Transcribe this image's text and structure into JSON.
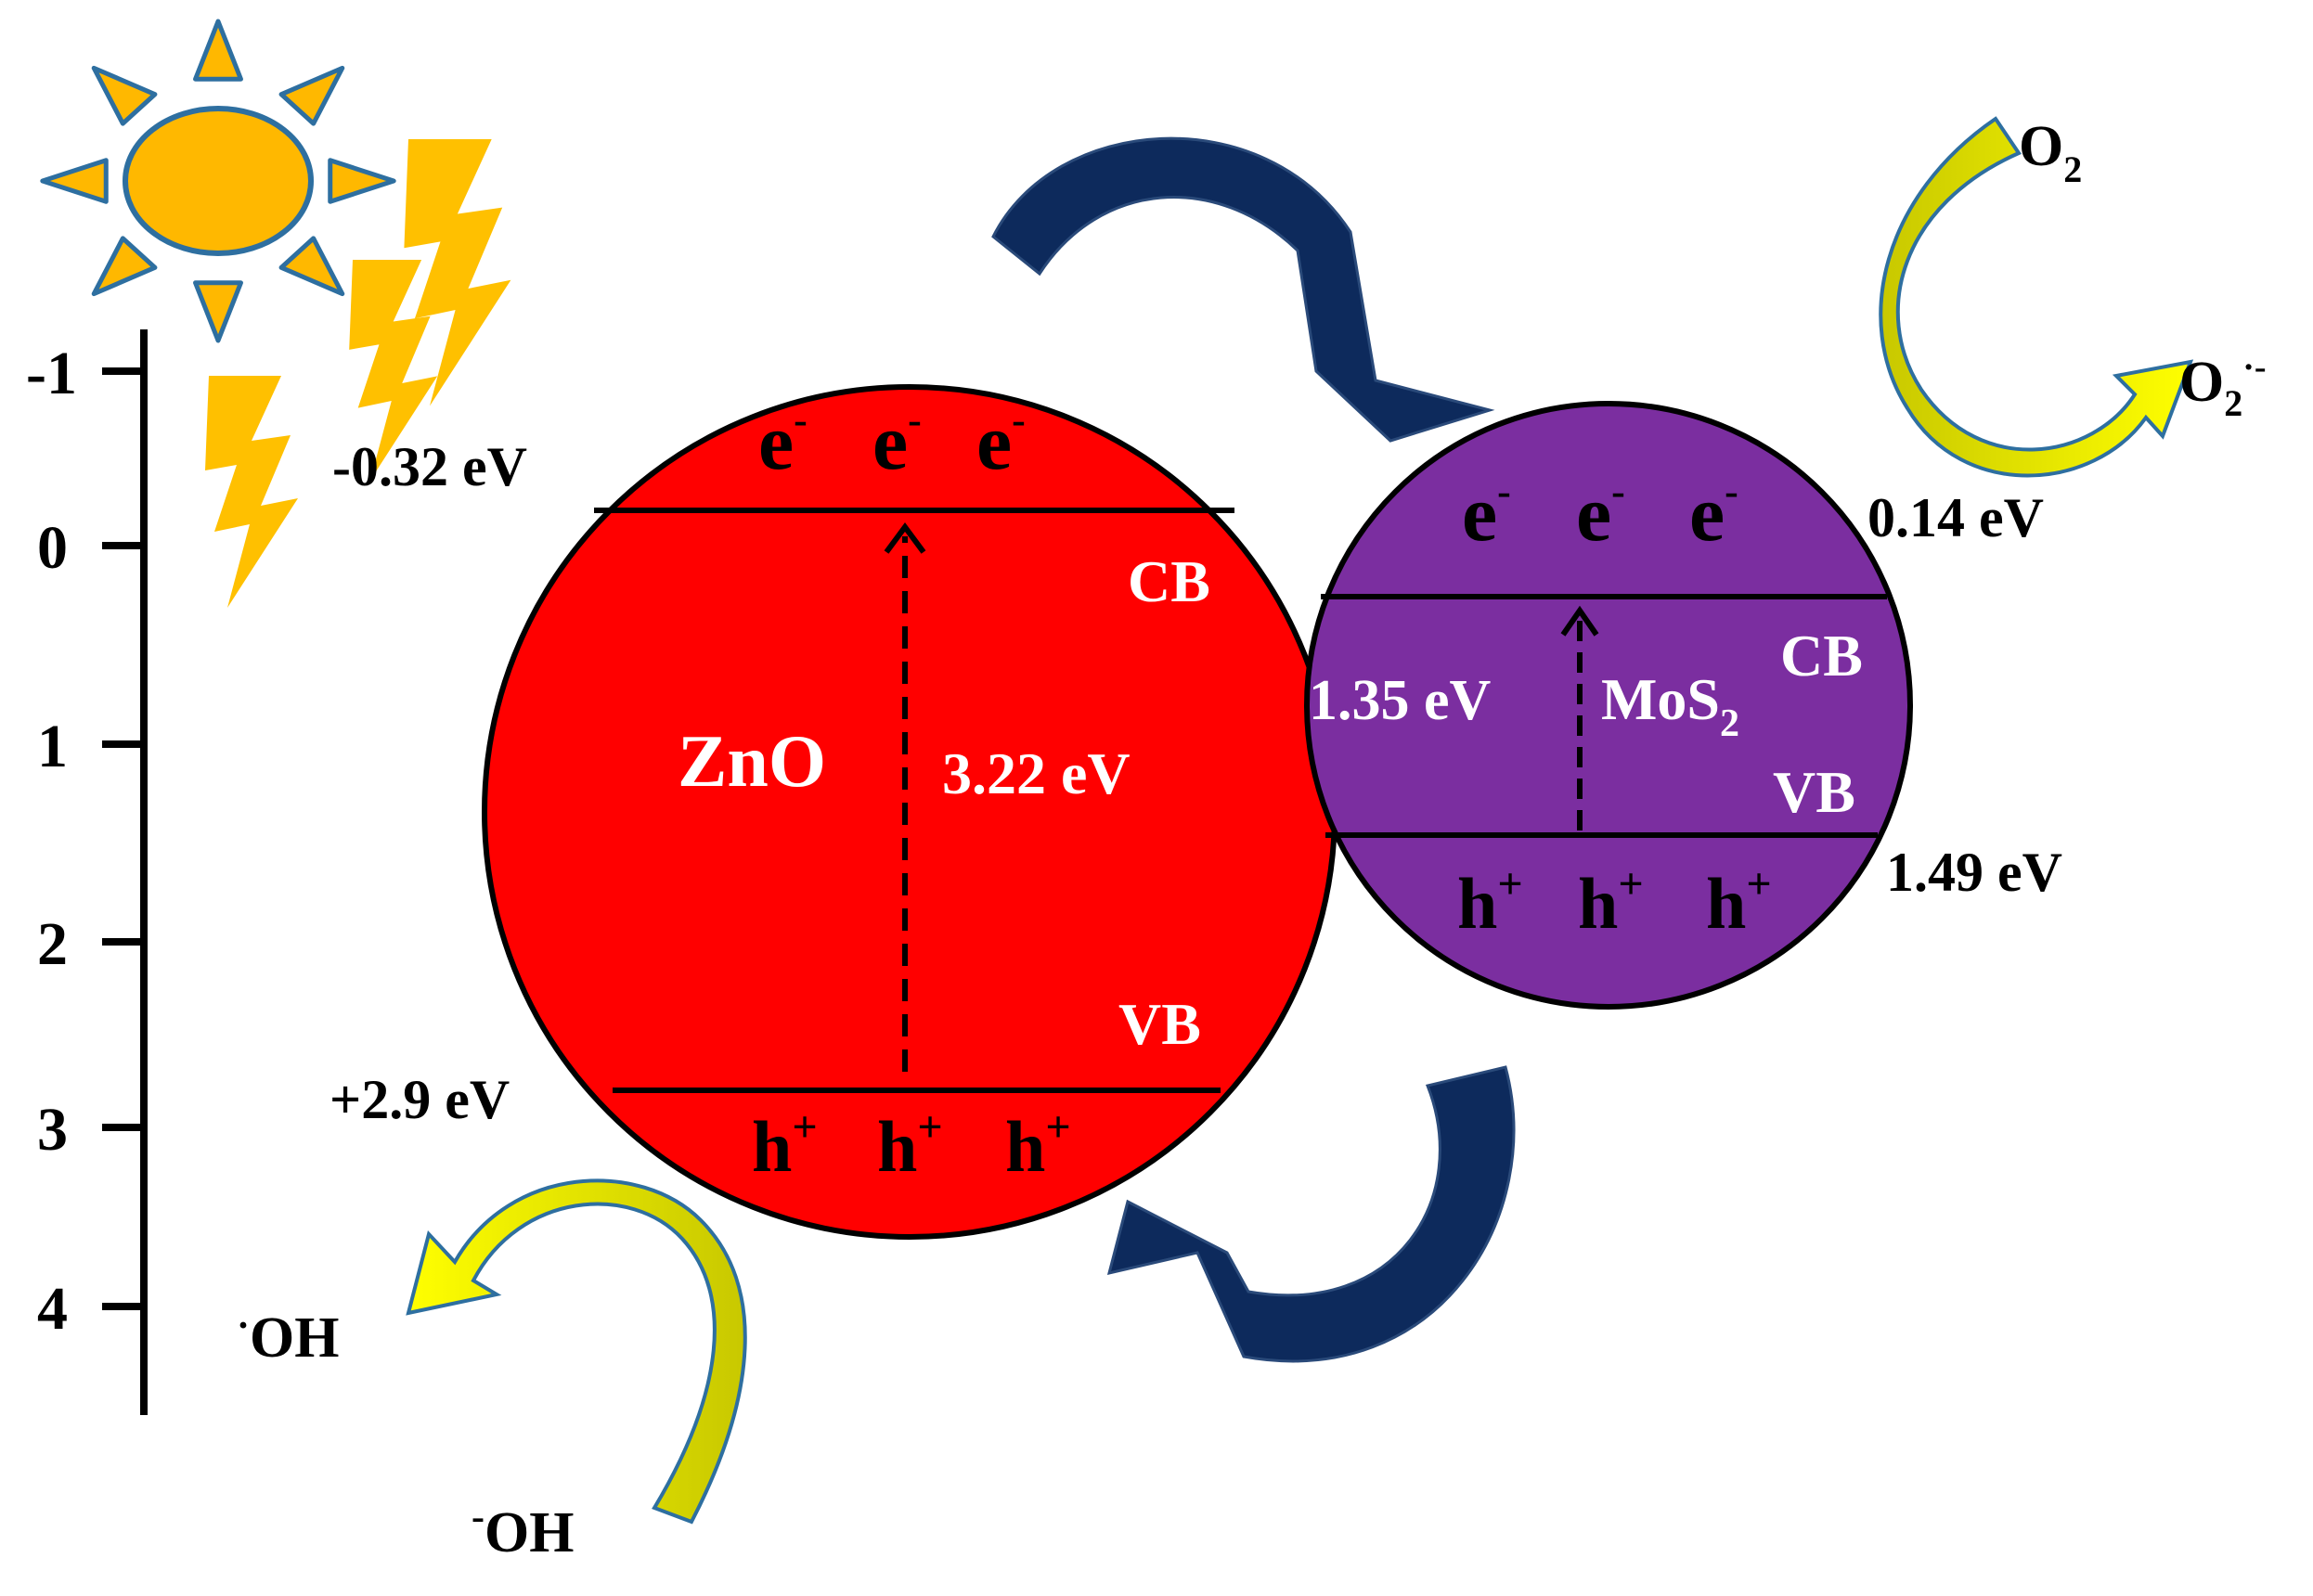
{
  "axis": {
    "ticks": [
      "-1",
      "0",
      "1",
      "2",
      "3",
      "4"
    ]
  },
  "zno": {
    "name": "ZnO",
    "cb_label": "CB",
    "vb_label": "VB",
    "gap": "3.22 eV",
    "cb_potential": "-0.32 eV",
    "vb_potential": "+2.9 eV",
    "electron": "e",
    "electron_sup": "-",
    "hole": "h",
    "hole_sup": "+"
  },
  "mos2": {
    "name": "MoS",
    "name_sub": "2",
    "cb_label": "CB",
    "vb_label": "VB",
    "gap": "1.35 eV",
    "cb_potential": "0.14 eV",
    "vb_potential": "1.49 eV",
    "electron": "e",
    "electron_sup": "-",
    "hole": "h",
    "hole_sup": "+"
  },
  "reactions": {
    "o2": "O",
    "o2_sub": "2",
    "o2_radical": "O",
    "o2_radical_sub": "2",
    "o2_radical_sup": "·-",
    "hydroxide_sup": "-",
    "hydroxide": "OH",
    "hydroxyl_sup": "·",
    "hydroxyl": "OH"
  },
  "colors": {
    "zno_fill": "#ff0000",
    "mos2_fill": "#7b2ea0",
    "sun_fill": "#ffb800",
    "sun_stroke": "#2e6fa0",
    "lightning": "#ffc000",
    "transfer_arrow": "#0d2a5c",
    "reaction_arrow_light": "#ffff00",
    "reaction_arrow_dark": "#c8c800",
    "reaction_arrow_stroke": "#2e6fa0"
  }
}
